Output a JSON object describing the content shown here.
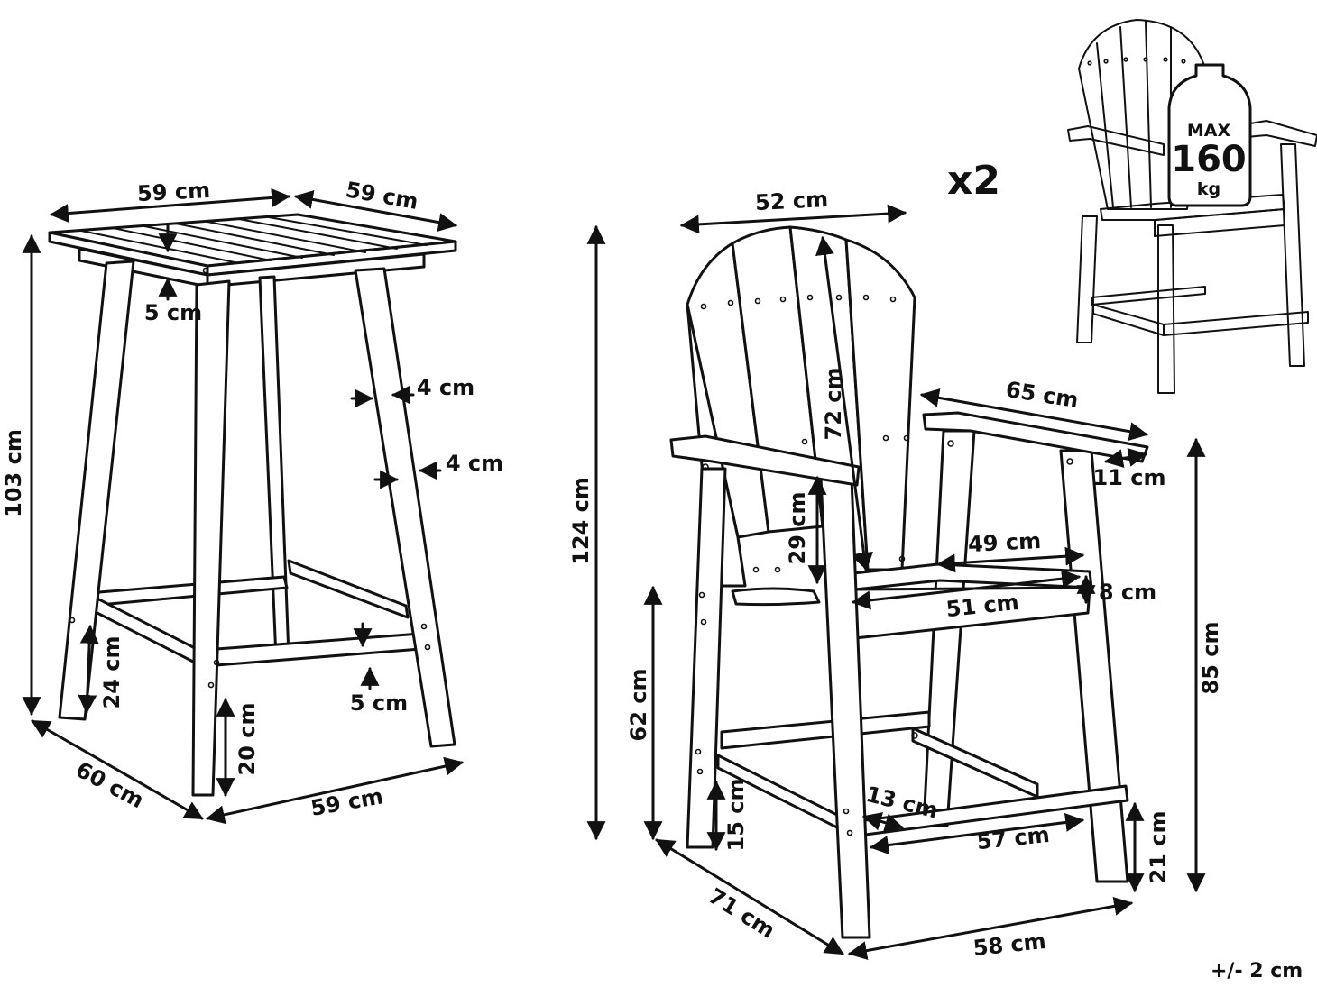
{
  "multiplier": "x2",
  "tolerance": "+/- 2 cm",
  "max_load": {
    "max": "MAX",
    "value": "160",
    "unit": "kg"
  },
  "table": {
    "top_width": "59 cm",
    "top_depth": "59 cm",
    "top_thickness": "5 cm",
    "height": "103 cm",
    "leg_width_1": "4 cm",
    "leg_width_2": "4 cm",
    "rail_height_side": "24 cm",
    "rail_height_front": "20 cm",
    "rail_thickness": "5 cm",
    "base_depth": "60 cm",
    "base_width": "59 cm"
  },
  "chair": {
    "back_width": "52 cm",
    "back_height": "72 cm",
    "total_height": "124 cm",
    "arm_length": "65 cm",
    "arm_width": "11 cm",
    "arm_height": "29 cm",
    "seat_depth": "49 cm",
    "seat_width": "51 cm",
    "seat_rail": "8 cm",
    "armrest_floor_height": "85 cm",
    "seat_height": "62 cm",
    "footrest_height": "15 cm",
    "footrest_depth": "13 cm",
    "footrest_width": "57 cm",
    "foot_height": "21 cm",
    "base_depth": "71 cm",
    "base_width": "58 cm"
  }
}
